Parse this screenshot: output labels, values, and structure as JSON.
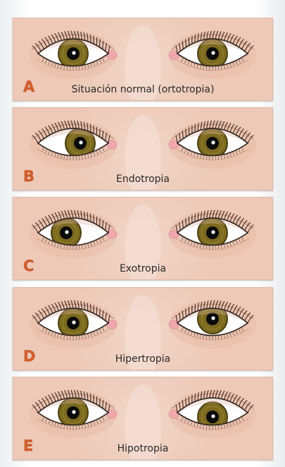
{
  "panels": [
    {
      "letter": "A",
      "caption": "Situación normal (ortotropia)",
      "right_eye_gaze": [
        0,
        0
      ],
      "left_eye_gaze": [
        0,
        0
      ]
    },
    {
      "letter": "B",
      "caption": "Endotropia",
      "right_eye_gaze": [
        10,
        0
      ],
      "left_eye_gaze": [
        0,
        0
      ]
    },
    {
      "letter": "C",
      "caption": "Exotropia",
      "right_eye_gaze": [
        -10,
        0
      ],
      "left_eye_gaze": [
        0,
        0
      ]
    },
    {
      "letter": "D",
      "caption": "Hipertropia",
      "right_eye_gaze": [
        0,
        0
      ],
      "left_eye_gaze": [
        0,
        -6
      ]
    },
    {
      "letter": "E",
      "caption": "Hipotropia",
      "right_eye_gaze": [
        0,
        0
      ],
      "left_eye_gaze": [
        0,
        6
      ]
    }
  ],
  "colors": {
    "skin": "#efcfbf",
    "iris": "#7b6a1f",
    "iris_ring": "#4a3f10",
    "pupil": "#0b0b0b",
    "sclera": "#ffffff",
    "caruncle": "#f0a8ae",
    "letter": "#d4602e",
    "lash": "#3a2a22"
  }
}
